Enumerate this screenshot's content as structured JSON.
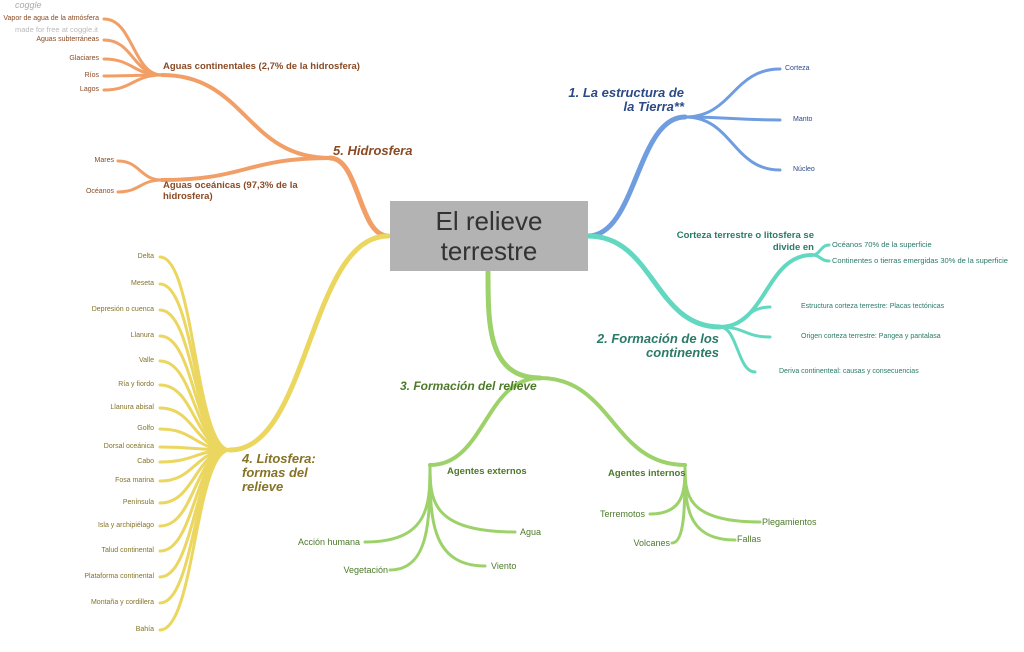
{
  "watermark": {
    "logo": "coggle",
    "sub": "made for free at coggle.it"
  },
  "center": "El relieve terrestre",
  "colors": {
    "hidrosfera": "#f19f67",
    "estructura": "#6f9de0",
    "continentes": "#62d8c0",
    "relieve": "#9dd26b",
    "litosfera": "#ebd660"
  },
  "hidrosfera": {
    "title": "5. Hidrosfera",
    "continentales": {
      "label": "Aguas continentales (2,7% de la hidrosfera)",
      "items": [
        "Vapor de agua de la atmósfera",
        "Aguas subterráneas",
        "Glaciares",
        "Ríos",
        "Lagos"
      ]
    },
    "oceanicas": {
      "label": "Aguas oceánicas (97,3% de la hidrosfera)",
      "items": [
        "Mares",
        "Océanos"
      ]
    }
  },
  "estructura": {
    "title": "1. La estructura de la Tierra**",
    "items": [
      "Corteza",
      "Manto",
      "Núcleo"
    ]
  },
  "continentes": {
    "title": "2. Formación de los continentes",
    "division": {
      "label": "Corteza terrestre o litosfera se divide en",
      "items": [
        "Océanos 70% de la superficie",
        "Continentes o tierras emergidas 30% de la superficie"
      ]
    },
    "items": [
      "Estructura corteza terrestre: Placas tectónicas",
      "Origen corteza terrestre: Pangea y pantalasa",
      "Deriva continenteal: causas y consecuencias"
    ]
  },
  "relieve": {
    "title": "3. Formación del relieve",
    "externos": {
      "label": "Agentes externos",
      "items": [
        "Acción humana",
        "Vegetación",
        "Agua",
        "Viento"
      ]
    },
    "internos": {
      "label": "Agentes internos",
      "items": [
        "Terremotos",
        "Volcanes",
        "Fallas",
        "Plegamientos"
      ]
    }
  },
  "litosfera": {
    "title": "4. Litosfera: formas del relieve",
    "items": [
      "Delta",
      "Meseta",
      "Depresión o cuenca",
      "Llanura",
      "Valle",
      "Ría y fiordo",
      "Llanura abisal",
      "Golfo",
      "Dorsal oceánica",
      "Cabo",
      "Fosa marina",
      "Península",
      "Isla y archipiélago",
      "Talud continental",
      "Plataforma continental",
      "Montaña y cordillera",
      "Bahía"
    ]
  }
}
